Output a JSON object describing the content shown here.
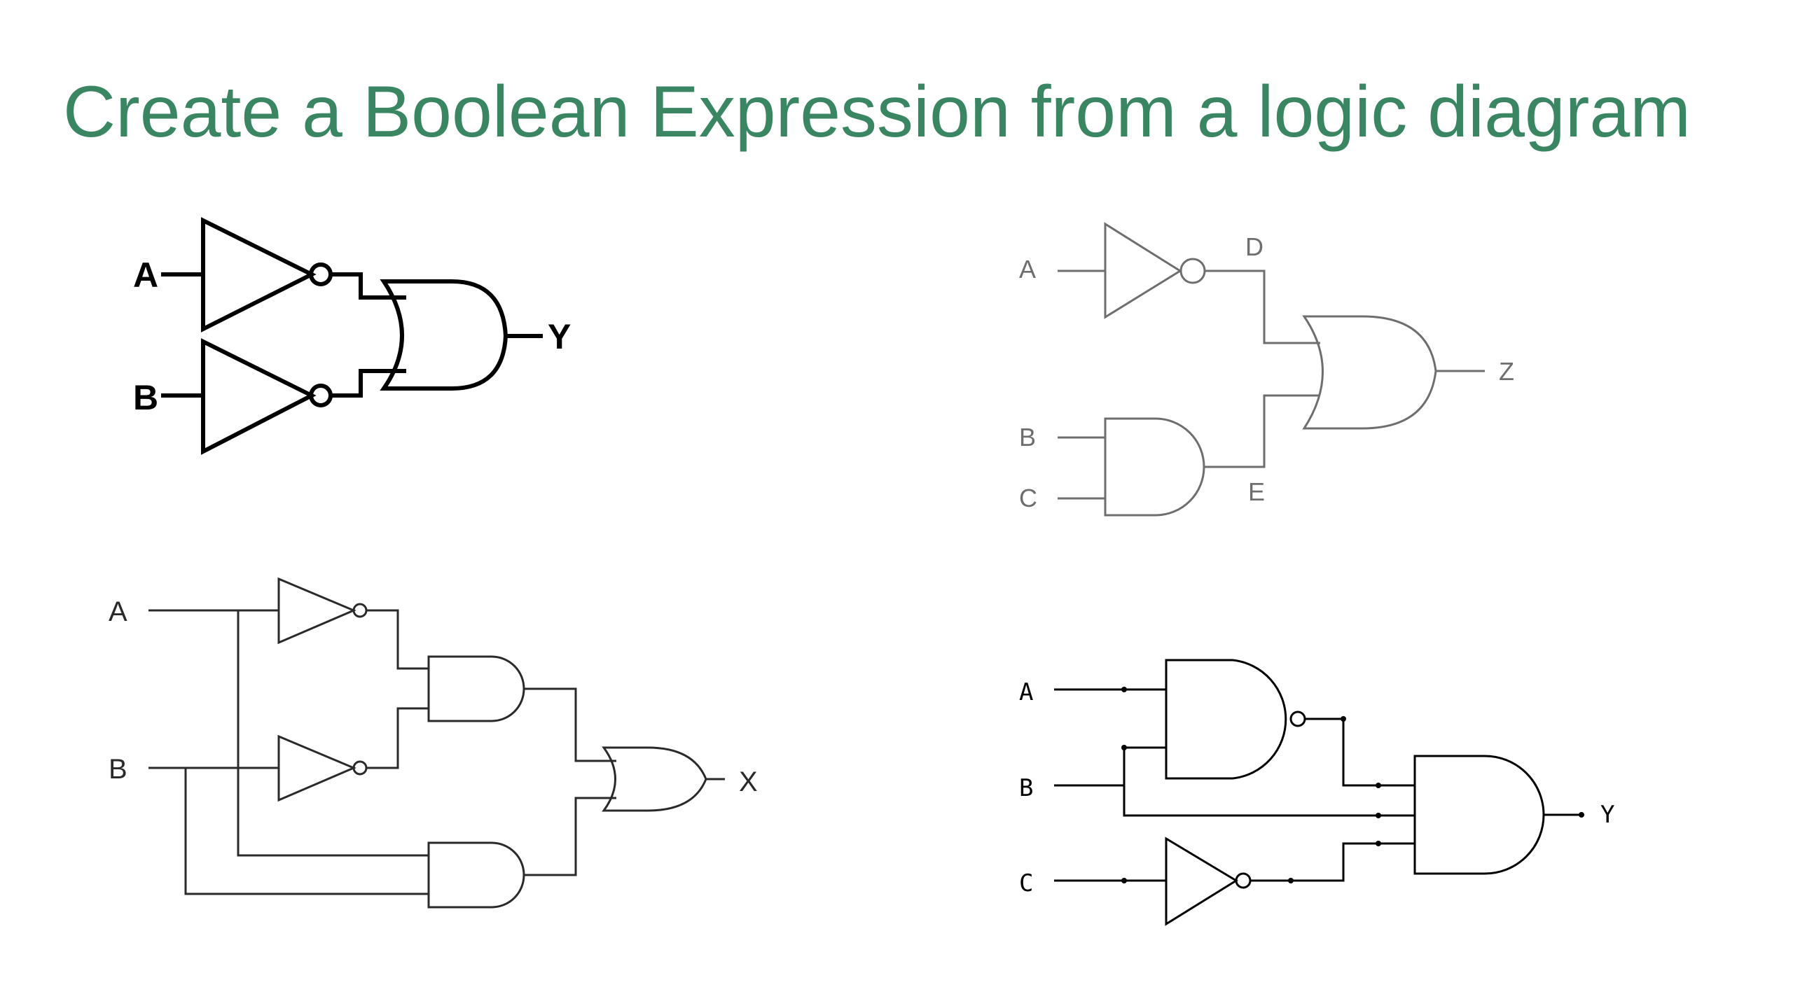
{
  "title": "Create a Boolean Expression from a logic diagram",
  "colors": {
    "title": "#3a8663",
    "wire_dark": "#000000",
    "wire_grey": "#6e6e6e"
  },
  "circuits": {
    "top_left": {
      "inputs": [
        "A",
        "B"
      ],
      "output": "Y"
    },
    "top_right": {
      "inputs": [
        "A",
        "B",
        "C"
      ],
      "intermediate": [
        "D",
        "E"
      ],
      "output": "Z"
    },
    "bottom_left": {
      "inputs": [
        "A",
        "B"
      ],
      "output": "X"
    },
    "bottom_right": {
      "inputs": [
        "A",
        "B",
        "C"
      ],
      "output": "Y"
    }
  }
}
